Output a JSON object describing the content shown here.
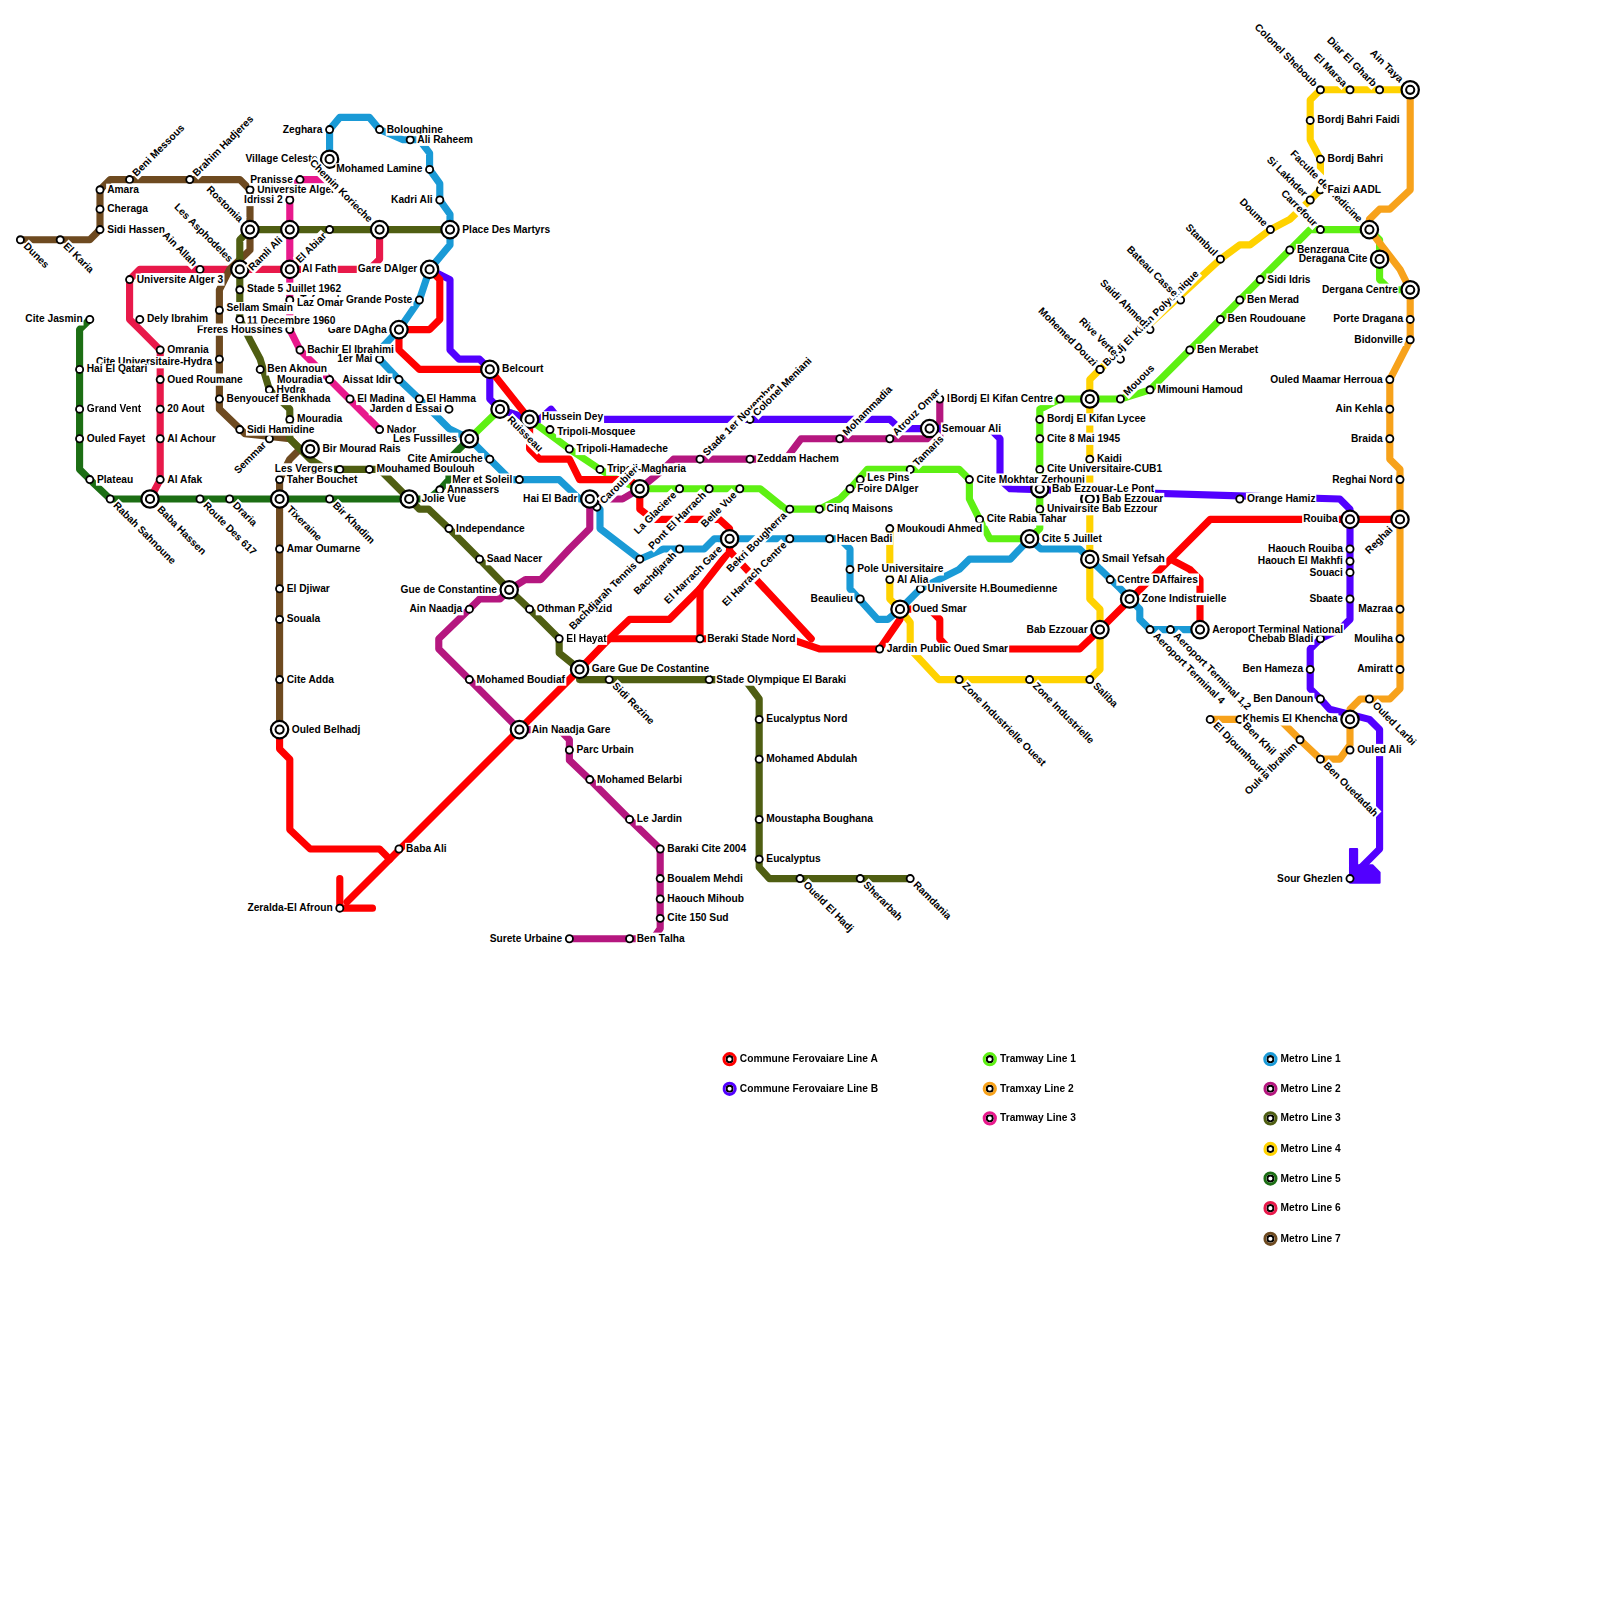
{
  "diagram": {
    "labels": [
      "Dunes",
      "El Karia",
      "Sidi Hassen",
      "Cheraga",
      "Amara",
      "Beni Messous",
      "Brahim Hadjeres",
      "Universite Alger",
      "Rostomia",
      "Les Asphodeles",
      "Ramli Ali",
      "Ain Allah",
      "Universite Alger 3",
      "El Abiar",
      "Al Fath",
      "Pranisse",
      "Village Celeste",
      "Idrissi 2",
      "Chemin Korieche",
      "Zeghara",
      "Boloughine",
      "Ali Raheem",
      "Mohamed Lamine",
      "Kadri Ali",
      "Place Des Martyrs",
      "Gare DAlger",
      "Tafourah Grande Poste",
      "Gare DAgha",
      "Stade 5 Juillet 1962",
      "Laz Omar",
      "Sellam Smain",
      "11 Decembre 1960",
      "Freres Houssines",
      "Bachir El Ibrahimi",
      "1er Mai",
      "Dely Ibrahim",
      "Cite Jasmin",
      "Omrania",
      "Cite Universitaire-Hydra",
      "Hai El Qatari",
      "Ben Aknoun",
      "Oued Roumane",
      "Mouradia",
      "Hydra",
      "Aissat Idir",
      "El Madina",
      "El Hamma",
      "Benyoucef Benkhada",
      "Grand Vent",
      "20 Aout",
      "Jarden d Essai",
      "Mouradia",
      "Sidi Hamidine",
      "Nador",
      "Ouled Fayet",
      "Al Achour",
      "Les Fussilles",
      "Bir Mourad Rais",
      "Semmar",
      "Cite Amirouche",
      "Les Vergers",
      "Mouhamed Boulouh",
      "Plateau",
      "Al Afak",
      "Taher Bouchet",
      "Mer et Soleil",
      "Annassers",
      "Jolie Vue",
      "Rabah Sahnoune",
      "Baba Hassen",
      "Route Des 617",
      "Draria",
      "Tixeraine",
      "Bir Khadim",
      "Hai El Badr",
      "Independance",
      "Amar Oumarne",
      "Saad Nacer",
      "El Djiwar",
      "Gue de Constantine",
      "Ain Naadja",
      "Othman Bouzid",
      "Souala",
      "El Hayat",
      "Gare Gue De Costantine",
      "Sidi Rezine",
      "Stade Olympique El Baraki",
      "Cite Adda",
      "Mohamed Boudiaf",
      "Eucalyptus Nord",
      "Ouled Belhadj",
      "Ain Naadja Gare",
      "Parc Urbain",
      "Mohamed Abdulah",
      "Mohamed Belarbi",
      "Le Jardin",
      "Moustapha Boughana",
      "Baraki Cite 2004",
      "Baba Ali",
      "Eucalyptus",
      "Boualem Mehdi",
      "Oueld El Hadj",
      "Sherarbah",
      "Ramdania",
      "Haouch Mihoub",
      "Zeralda-El Afroun",
      "Cite 150 Sud",
      "Surete Urbaine",
      "Ben Talha",
      "Belcourt",
      "Ruisseau",
      "Hussein Dey",
      "Tripoli-Mosquee",
      "Tripoli-Hamadeche",
      "Tripoli-Magharia",
      "Caroubier",
      "La Glaciere",
      "Pont El Harrach",
      "Belle Vue",
      "Stade 1er Novembre",
      "Colonel Meniani",
      "Zeddam Hachem",
      "Mohammadia",
      "Cinq Maisons",
      "Foire DAlger",
      "Les Pins",
      "Bachdjarah Tennis",
      "Bachdjarah",
      "El Harrach Gare",
      "Bekri Bougherra",
      "El Harrach Centre",
      "Hacen Badi",
      "Beraki Stade Nord",
      "Moukoudi Ahmed",
      "Pole Universitaire",
      "Al Alia",
      "Universite H.Boumedienne",
      "Beaulieu",
      "Oued Smar",
      "Jardin Public Oued Smar",
      "Zone Industrielle Ouest",
      "Zone Industrielle",
      "Saliba",
      "Tamaris",
      "Lido",
      "Atrouz Omar",
      "Semouar Ali",
      "Bordj El Kifan Centre",
      "Bordj El Kifan Lycee",
      "Cite 8 Mai 1945",
      "Kaidi",
      "Cite Universitaire-CUB1",
      "Cite Mokhtar Zerhouni",
      "Bab Ezzouar-Le Pont",
      "Bab Ezzouar",
      "Univairsite Bab Ezzour",
      "Cite Rabia Tahar",
      "Cite 5 Juillet",
      "Smail Yefsah",
      "Centre DAffaires",
      "Zone Indistruielle",
      "Bab Ezzouar",
      "Aeroport Terminal 4",
      "Aeroport Terminal 1,2",
      "Aeroport Terminal National",
      "Mohemed Douzi",
      "Bordj El Kifan Polyclinique",
      "Rive Verte",
      "Mouous",
      "Saidi Ahmed",
      "Bateau Casse",
      "Stambul",
      "Doume",
      "Mimouni Hamoud",
      "Ben Merabet",
      "Ben Roudouane",
      "Ben Merad",
      "Sidi Idris",
      "Benzergua",
      "Deragana Cite",
      "Carrefour",
      "Si Lakhder",
      "Faculte de Medicine",
      "Faizi AADL",
      "Bordj Bahri",
      "Bordj Bahri Faidi",
      "Colonel Sheboub",
      "El Marsa",
      "Diar El Gharb",
      "Ain Taya",
      "Dergana Centre",
      "Porte Dragana",
      "Bidonville",
      "Ouled Maamar Herroua",
      "Ain Kehla",
      "Braida",
      "Reghai Nord",
      "Orange Hamiz",
      "Rouiba",
      "Reghai",
      "Haouch Rouiba",
      "Haouch El Makhfi",
      "Souaci",
      "Sbaate",
      "Chebab Bladi",
      "Ben Hameza",
      "Ben Danoun",
      "Khemis El Khencha",
      "Ouled Ali",
      "Sour Ghezlen",
      "Mazraa",
      "Mouliha",
      "Amiratt",
      "Ouled Larbi",
      "Ben Ouedadah",
      "Ouled Ibrahim",
      "Ben Khil",
      "El Djoumhouria"
    ],
    "legend": [
      {
        "text": "Commune Ferovaiare Line A",
        "color": "#ff0000"
      },
      {
        "text": "Commune Ferovaiare Line B",
        "color": "#5200ff"
      },
      {
        "text": "Tramway Line 1",
        "color": "#5ef013"
      },
      {
        "text": "Tramxay Line 2",
        "color": "#f7a21b"
      },
      {
        "text": "Tramway Line 3",
        "color": "#e8198c"
      },
      {
        "text": "Metro Line 1",
        "color": "#1a9ad6"
      },
      {
        "text": "Metro Line 2",
        "color": "#b5177f"
      },
      {
        "text": "Metro Line 3",
        "color": "#4f5e12"
      },
      {
        "text": "Metro Line 4",
        "color": "#ffd200"
      },
      {
        "text": "Metro Line 5",
        "color": "#1c6e14"
      },
      {
        "text": "Metro Line 6",
        "color": "#e8194a"
      },
      {
        "text": "Metro Line 7",
        "color": "#6e4a20"
      }
    ]
  }
}
